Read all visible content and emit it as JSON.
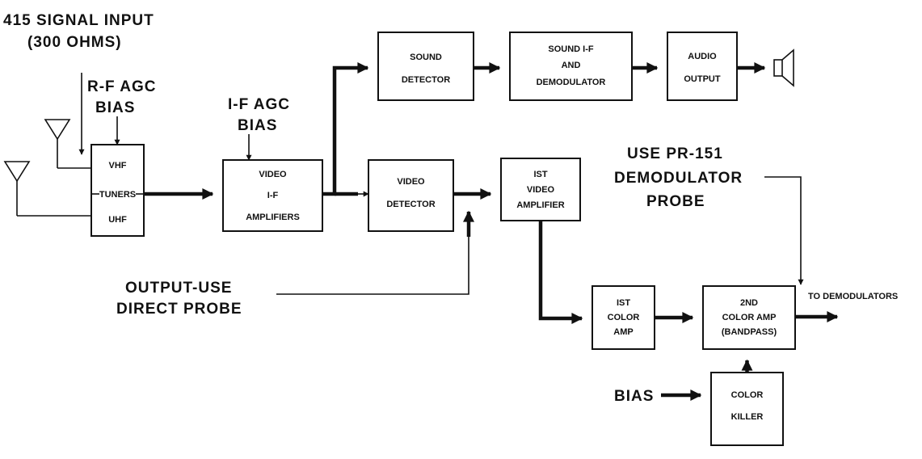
{
  "labels": {
    "signal_input_1": "415 SIGNAL INPUT",
    "signal_input_2": "(300 OHMS)",
    "rf_agc_1": "R-F AGC",
    "rf_agc_2": "BIAS",
    "if_agc_1": "I-F AGC",
    "if_agc_2": "BIAS",
    "probe_note_1": "USE PR-151",
    "probe_note_2": "DEMODULATOR",
    "probe_note_3": "PROBE",
    "output_note_1": "OUTPUT-USE",
    "output_note_2": "DIRECT PROBE",
    "to_demodulators": "TO DEMODULATORS",
    "bias": "BIAS"
  },
  "blocks": {
    "tuners": {
      "line1": "VHF",
      "line2": "TUNERS",
      "line3": "UHF"
    },
    "video_if": {
      "line1": "VIDEO",
      "line2": "I-F",
      "line3": "AMPLIFIERS"
    },
    "sound_detector": {
      "line1": "SOUND",
      "line2": "DETECTOR"
    },
    "sound_if": {
      "line1": "SOUND I-F",
      "line2": "AND",
      "line3": "DEMODULATOR"
    },
    "audio_output": {
      "line1": "AUDIO",
      "line2": "OUTPUT"
    },
    "video_detector": {
      "line1": "VIDEO",
      "line2": "DETECTOR"
    },
    "video_amp_1st": {
      "line1": "IST",
      "line2": "VIDEO",
      "line3": "AMPLIFIER"
    },
    "color_amp_1st": {
      "line1": "IST",
      "line2": "COLOR",
      "line3": "AMP"
    },
    "color_amp_2nd": {
      "line1": "2ND",
      "line2": "COLOR AMP",
      "line3": "(BANDPASS)"
    },
    "color_killer": {
      "line1": "COLOR",
      "line2": "KILLER"
    }
  }
}
